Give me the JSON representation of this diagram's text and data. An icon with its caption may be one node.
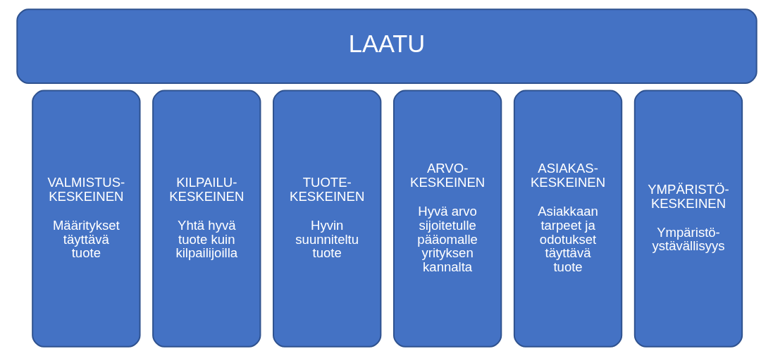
{
  "diagram": {
    "nodes": [
      {
        "text": [
          "LAATU"
        ]
      },
      {
        "text": [
          "VALMISTUS- KESKEINEN",
          "Määritykset täyttävä tuote"
        ]
      },
      {
        "text": [
          "KILPAILU- KESKEINEN",
          "Yhtä hyvä tuote kuin kilpailijoilla"
        ]
      },
      {
        "text": [
          "TUOTE- KESKEINEN",
          "Hyvin suunniteltu tuote"
        ]
      },
      {
        "text": [
          "ARVO- KESKEINEN",
          "Hyvä arvo sijoitetulle pääomalle yrityksen kannalta"
        ]
      },
      {
        "text": [
          "ASIAKAS- KESKEINEN",
          "Asiakkaan tarpeet ja odotukset täyttävä tuote"
        ]
      },
      {
        "text": [
          "YMPÄRISTÖ- KESKEINEN",
          "Ympäristö- ystävällisyys"
        ]
      }
    ]
  }
}
